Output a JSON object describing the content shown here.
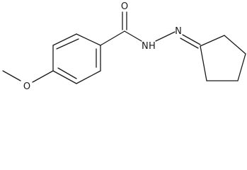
{
  "molecule": {
    "atoms": {
      "carbonyl_oxygen": "O",
      "amide_nitrogen": "N",
      "amide_hydrogen": "H",
      "imine_nitrogen": "N",
      "ether_oxygen": "O"
    }
  }
}
